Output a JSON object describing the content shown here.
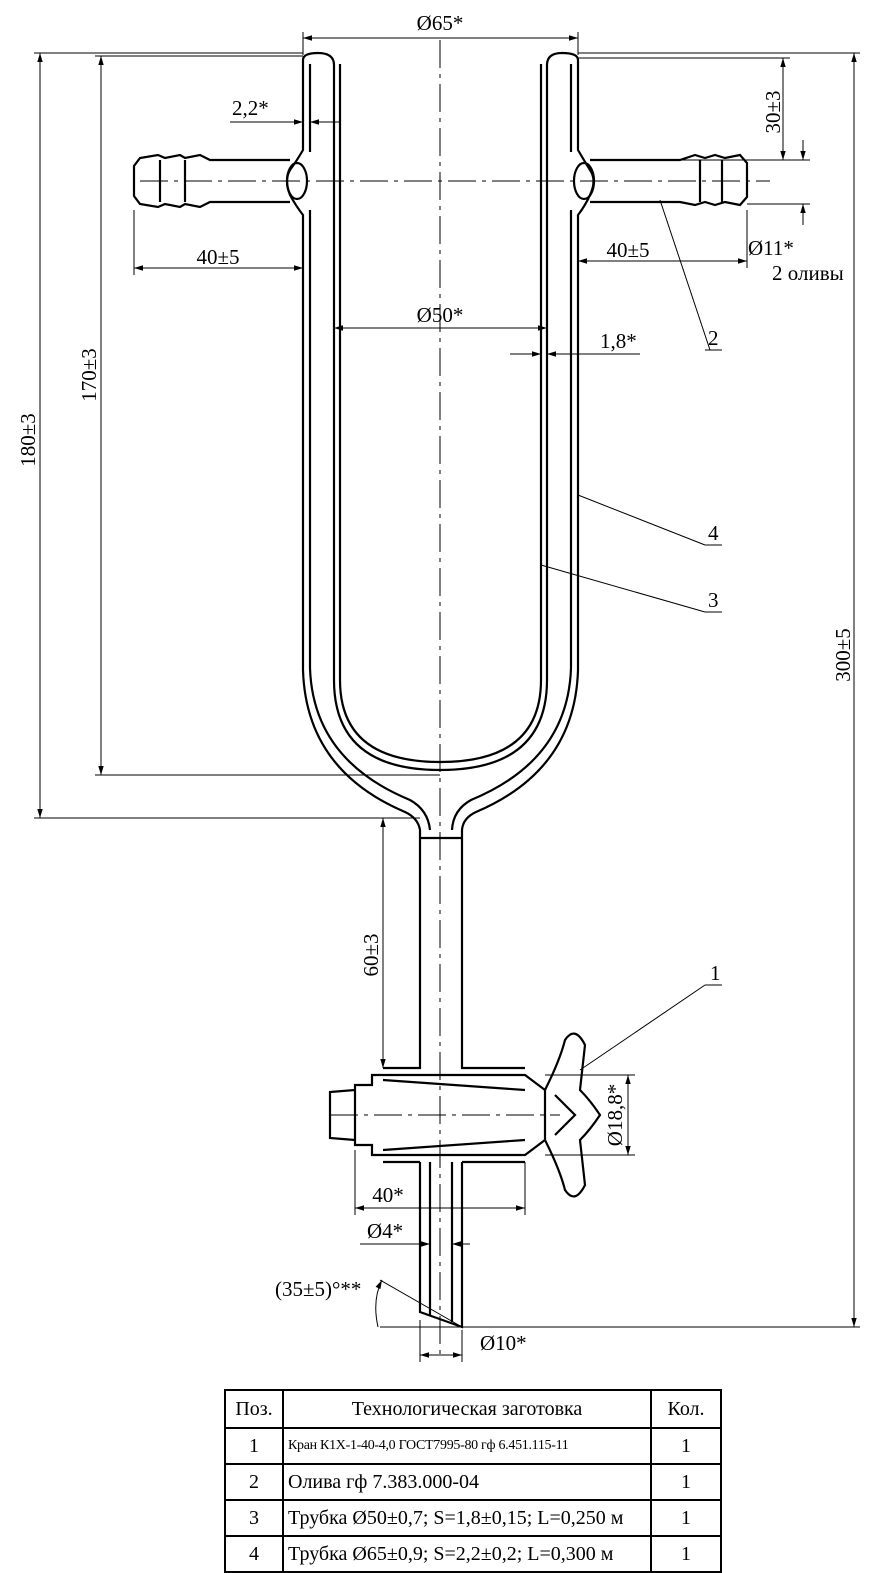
{
  "drawing": {
    "dimensions": {
      "d65": "Ø65*",
      "wall22": "2,2*",
      "d30": "30±3",
      "left40": "40±5",
      "right40": "40±5",
      "d11": "Ø11*",
      "olives": "2 оливы",
      "d50": "Ø50*",
      "wall18": "1,8*",
      "h170": "170±3",
      "h180": "180±3",
      "h300": "300±5",
      "h60": "60±3",
      "d188": "Ø18,8*",
      "tap40": "40*",
      "d4": "Ø4*",
      "angle": "(35±5)°**",
      "d10": "Ø10*"
    },
    "callouts": [
      "1",
      "2",
      "3",
      "4"
    ]
  },
  "table": {
    "headers": [
      "Поз.",
      "Технологическая заготовка",
      "Кол."
    ],
    "rows": [
      {
        "pos": "1",
        "desc": "Кран К1Х-1-40-4,0 ГОСТ7995-80  гф 6.451.115-11",
        "qty": "1"
      },
      {
        "pos": "2",
        "desc": "Олива  гф 7.383.000-04",
        "qty": "1"
      },
      {
        "pos": "3",
        "desc": "Трубка  Ø50±0,7; S=1,8±0,15; L=0,250 м",
        "qty": "1"
      },
      {
        "pos": "4",
        "desc": "Трубка  Ø65±0,9; S=2,2±0,2; L=0,300 м",
        "qty": "1"
      }
    ]
  }
}
